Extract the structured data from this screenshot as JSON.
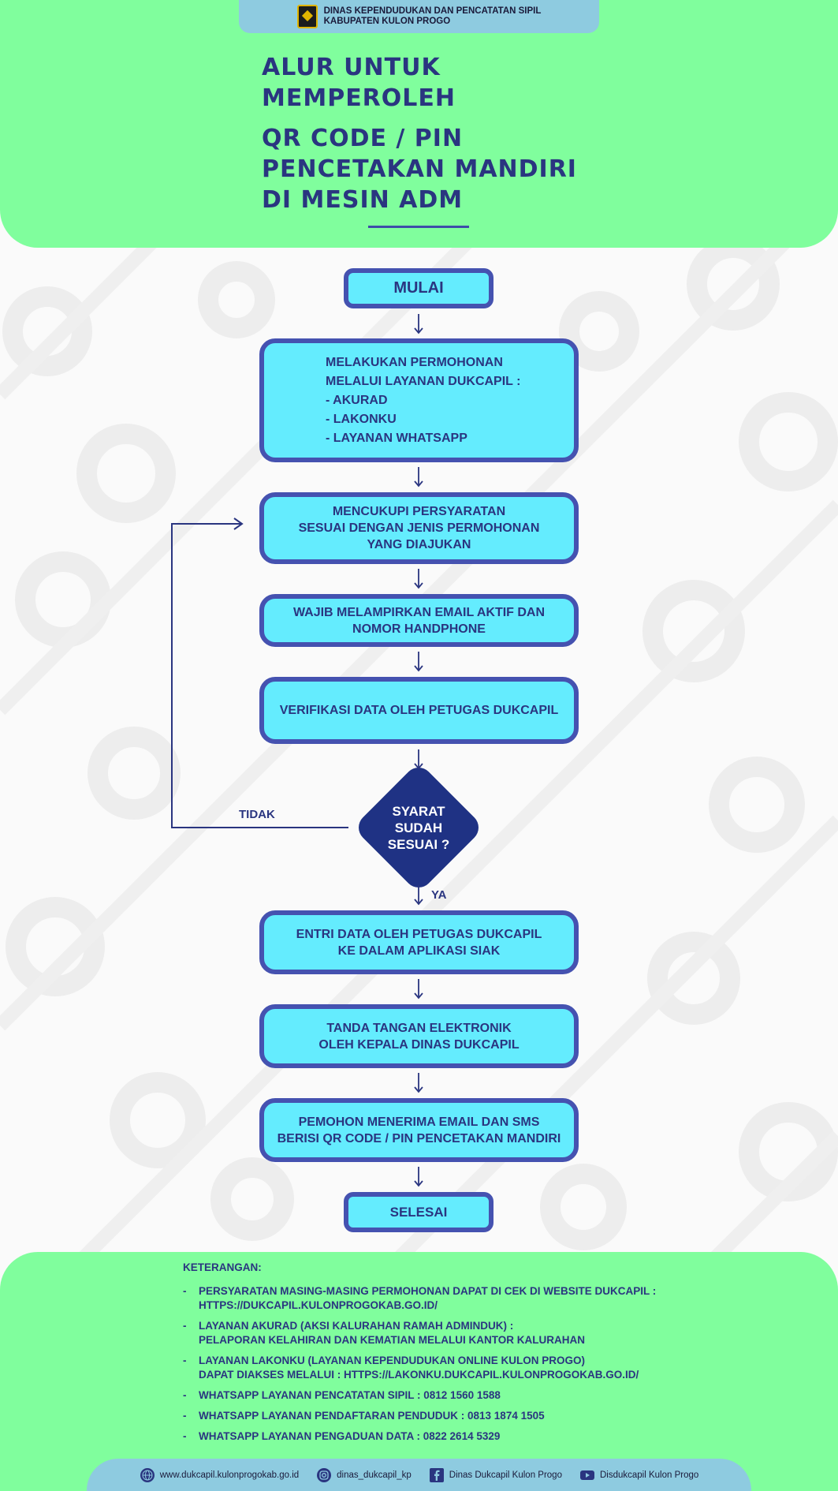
{
  "header": {
    "agency_line1": "DINAS KEPENDUDUKAN DAN PENCATATAN SIPIL",
    "agency_line2": "KABUPATEN KULON PROGO"
  },
  "title": {
    "line1": "ALUR UNTUK",
    "line2": "MEMPEROLEH",
    "line3": "QR CODE / PIN",
    "line4": "PENCETAKAN MANDIRI",
    "line5": "DI MESIN ADM"
  },
  "flow": {
    "start": "MULAI",
    "step1": "MELAKUKAN PERMOHONAN\nMELALUI LAYANAN DUKCAPIL :\n- AKURAD\n- LAKONKU\n- LAYANAN WHATSAPP",
    "step2": "MENCUKUPI PERSYARATAN\nSESUAI DENGAN JENIS PERMOHONAN\nYANG DIAJUKAN",
    "step3": "WAJIB MELAMPIRKAN EMAIL AKTIF DAN\nNOMOR HANDPHONE",
    "step4": "VERIFIKASI DATA OLEH PETUGAS DUKCAPIL",
    "decision": "SYARAT\nSUDAH\nSESUAI ?",
    "no_label": "TIDAK",
    "yes_label": "YA",
    "step5": "ENTRI DATA OLEH PETUGAS DUKCAPIL\nKE DALAM APLIKASI SIAK",
    "step6": "TANDA TANGAN ELEKTRONIK\nOLEH KEPALA DINAS DUKCAPIL",
    "step7": "PEMOHON MENERIMA EMAIL DAN SMS\nBERISI QR CODE / PIN PENCETAKAN MANDIRI",
    "end": "SELESAI"
  },
  "notes": {
    "heading": "KETERANGAN:",
    "dash": "-",
    "items": [
      "PERSYARATAN MASING-MASING PERMOHONAN DAPAT DI CEK DI WEBSITE DUKCAPIL :\nHTTPS://DUKCAPIL.KULONPROGOKAB.GO.ID/",
      "LAYANAN AKURAD (AKSI KALURAHAN RAMAH ADMINDUK) :\nPELAPORAN KELAHIRAN DAN KEMATIAN MELALUI KANTOR KALURAHAN",
      "LAYANAN LAKONKU (LAYANAN KEPENDUDUKAN ONLINE KULON PROGO)\nDAPAT DIAKSES MELALUI : HTTPS://LAKONKU.DUKCAPIL.KULONPROGOKAB.GO.ID/",
      "WHATSAPP LAYANAN PENCATATAN SIPIL : 0812 1560 1588",
      "WHATSAPP LAYANAN PENDAFTARAN PENDUDUK : 0813 1874 1505",
      "WHATSAPP LAYANAN PENGADUAN DATA : 0822 2614 5329"
    ]
  },
  "footer": {
    "website": "www.dukcapil.kulonprogokab.go.id",
    "instagram": "dinas_dukcapil_kp",
    "facebook": "Dinas Dukcapil Kulon Progo",
    "youtube": "Disdukcapil Kulon Progo"
  },
  "colors": {
    "green": "#80fe9d",
    "box_fill": "#64ecfe",
    "box_border": "#4552b0",
    "navy": "#2a3580",
    "decision": "#1f3284"
  }
}
